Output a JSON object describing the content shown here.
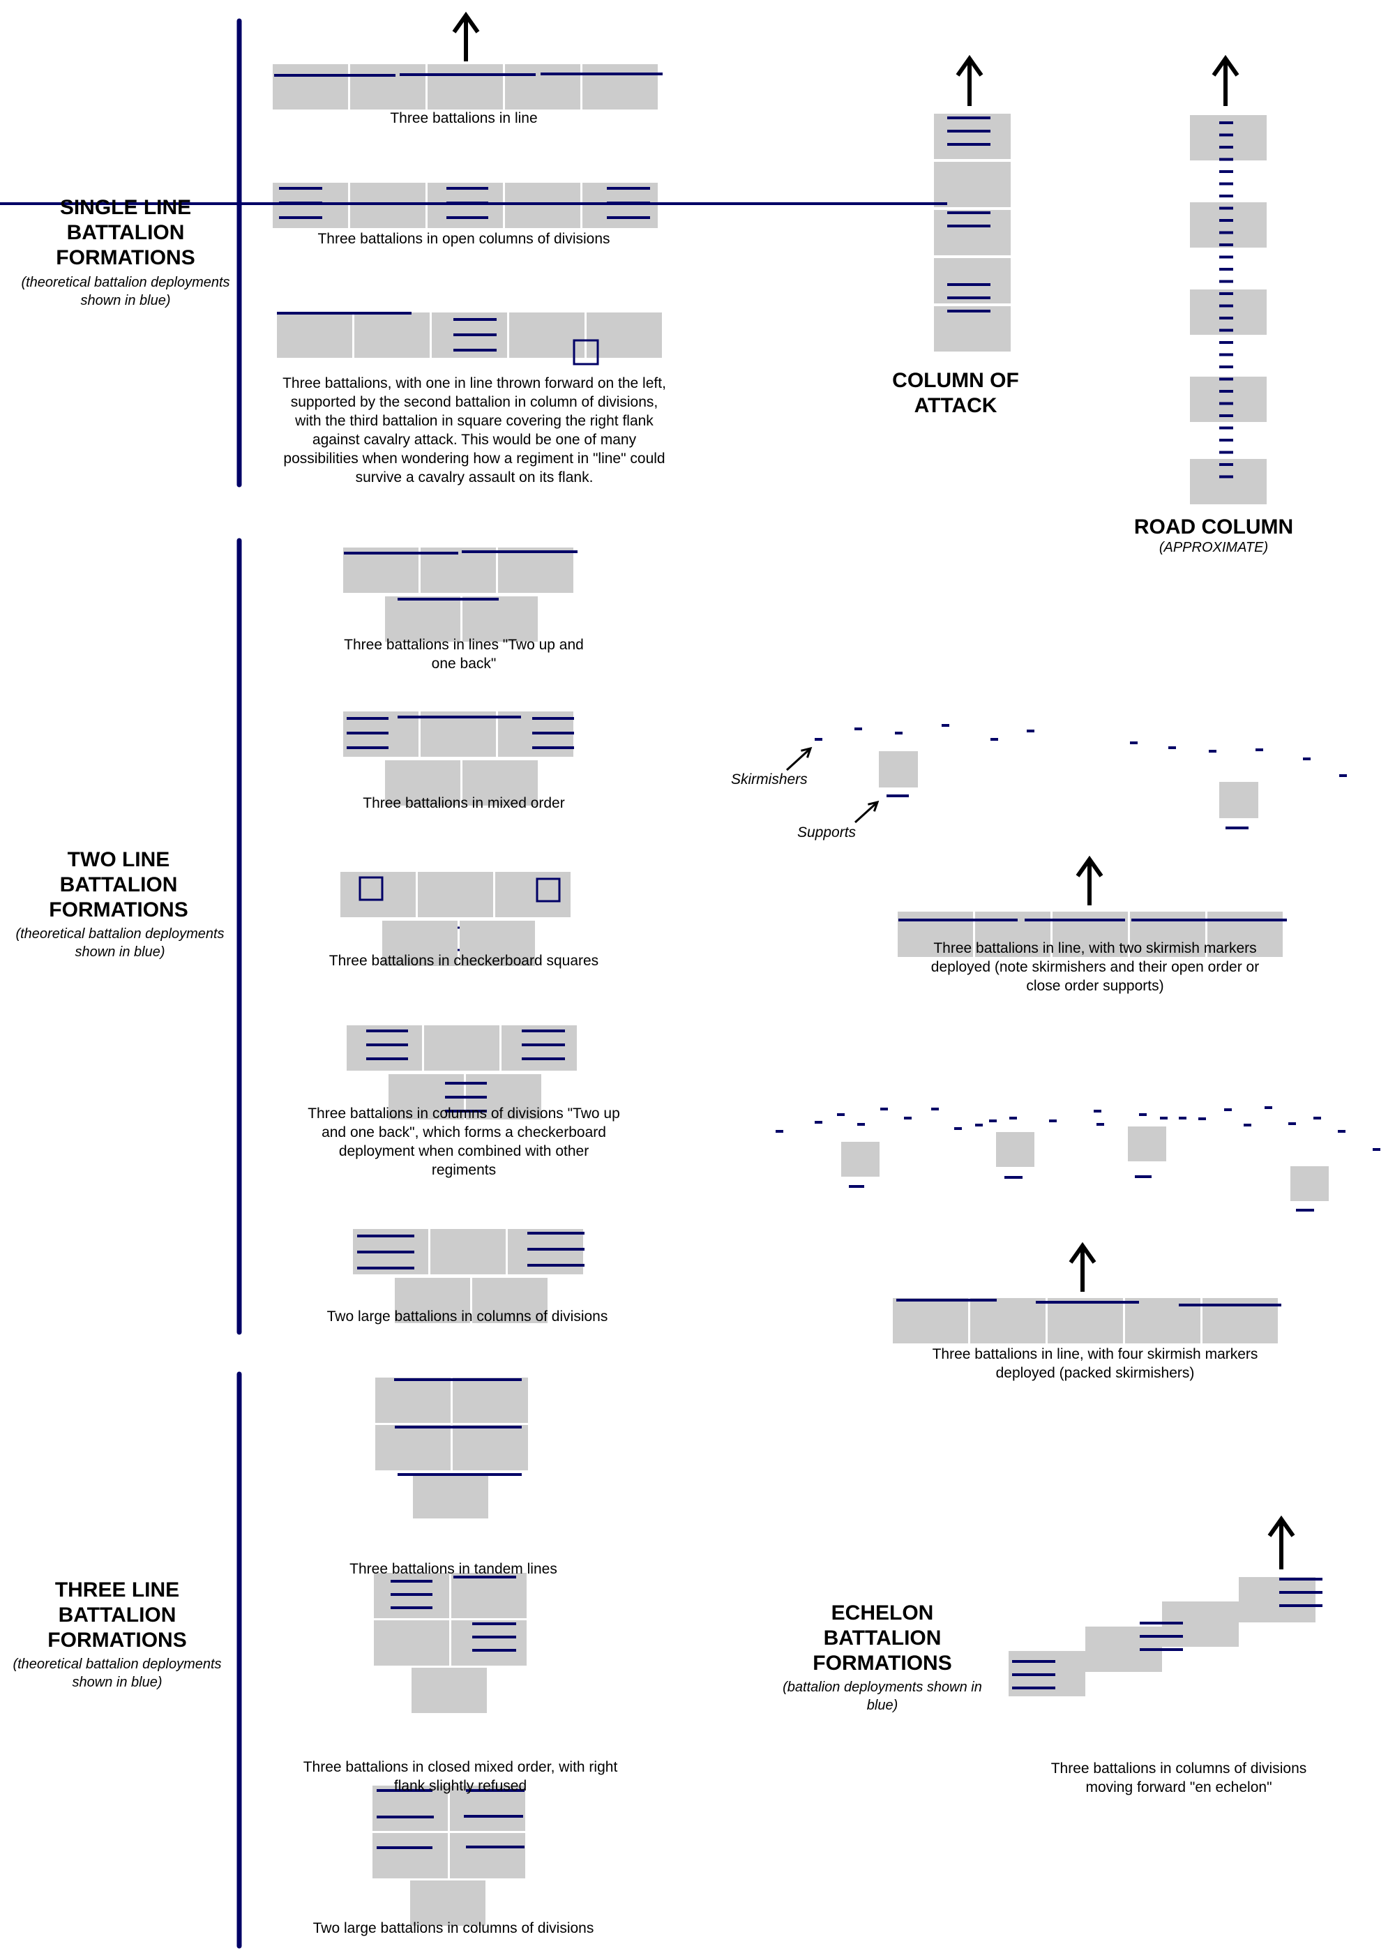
{
  "colors": {
    "base": "#cccccc",
    "deploy": "#000066",
    "bar": "#000066",
    "arrow": "#000000",
    "divider": "#ffffff"
  },
  "sections": {
    "single": {
      "title": "SINGLE LINE BATTALION FORMATIONS",
      "note": "(theoretical battalion deployments shown in blue)"
    },
    "two": {
      "title": "TWO LINE BATTALION FORMATIONS",
      "note": "(theoretical battalion deployments shown in blue)"
    },
    "three": {
      "title": "THREE LINE BATTALION FORMATIONS",
      "note": "(theoretical battalion deployments shown in blue)"
    },
    "echelon": {
      "title": "ECHELON BATTALION FORMATIONS",
      "note": "(battalion deployments shown in blue)"
    }
  },
  "columns": {
    "attack": {
      "title": "COLUMN OF ATTACK"
    },
    "road": {
      "title": "ROAD COLUMN",
      "note": "(APPROXIMATE)"
    }
  },
  "captions": {
    "s1": "Three battalions in line",
    "s2": "Three battalions in open columns of divisions",
    "s3": "Three battalions, with one in line thrown forward on the left, supported by the second battalion in column of divisions, with the third battalion in square covering the right flank against cavalry attack. This would be one of many possibilities when wondering how a regiment in \"line\" could survive a cavalry assault on its flank.",
    "t1": "Three battalions in lines \"Two up and one back\"",
    "t2": "Three battalions in mixed order",
    "t3": "Three battalions in checkerboard squares",
    "t4": "Three battalions in columns of divisions \"Two up and one back\", which forms a checkerboard deployment when combined with other regiments",
    "t5": "Two large battalions in columns of divisions",
    "r1": "Three battalions in line, with two skirmish markers deployed (note skirmishers and their open order or close order supports)",
    "r2": "Three battalions in line, with four skirmish markers deployed (packed skirmishers)",
    "u1": "Three battalions in tandem lines",
    "u2": "Three battalions in closed mixed order, with right flank slightly refused",
    "u3": "Two large battalions in columns of divisions",
    "e1": "Three battalions in columns of divisions moving forward \"en echelon\""
  },
  "annotations": {
    "skirmishers": "Skirmishers",
    "supports": "Supports"
  }
}
